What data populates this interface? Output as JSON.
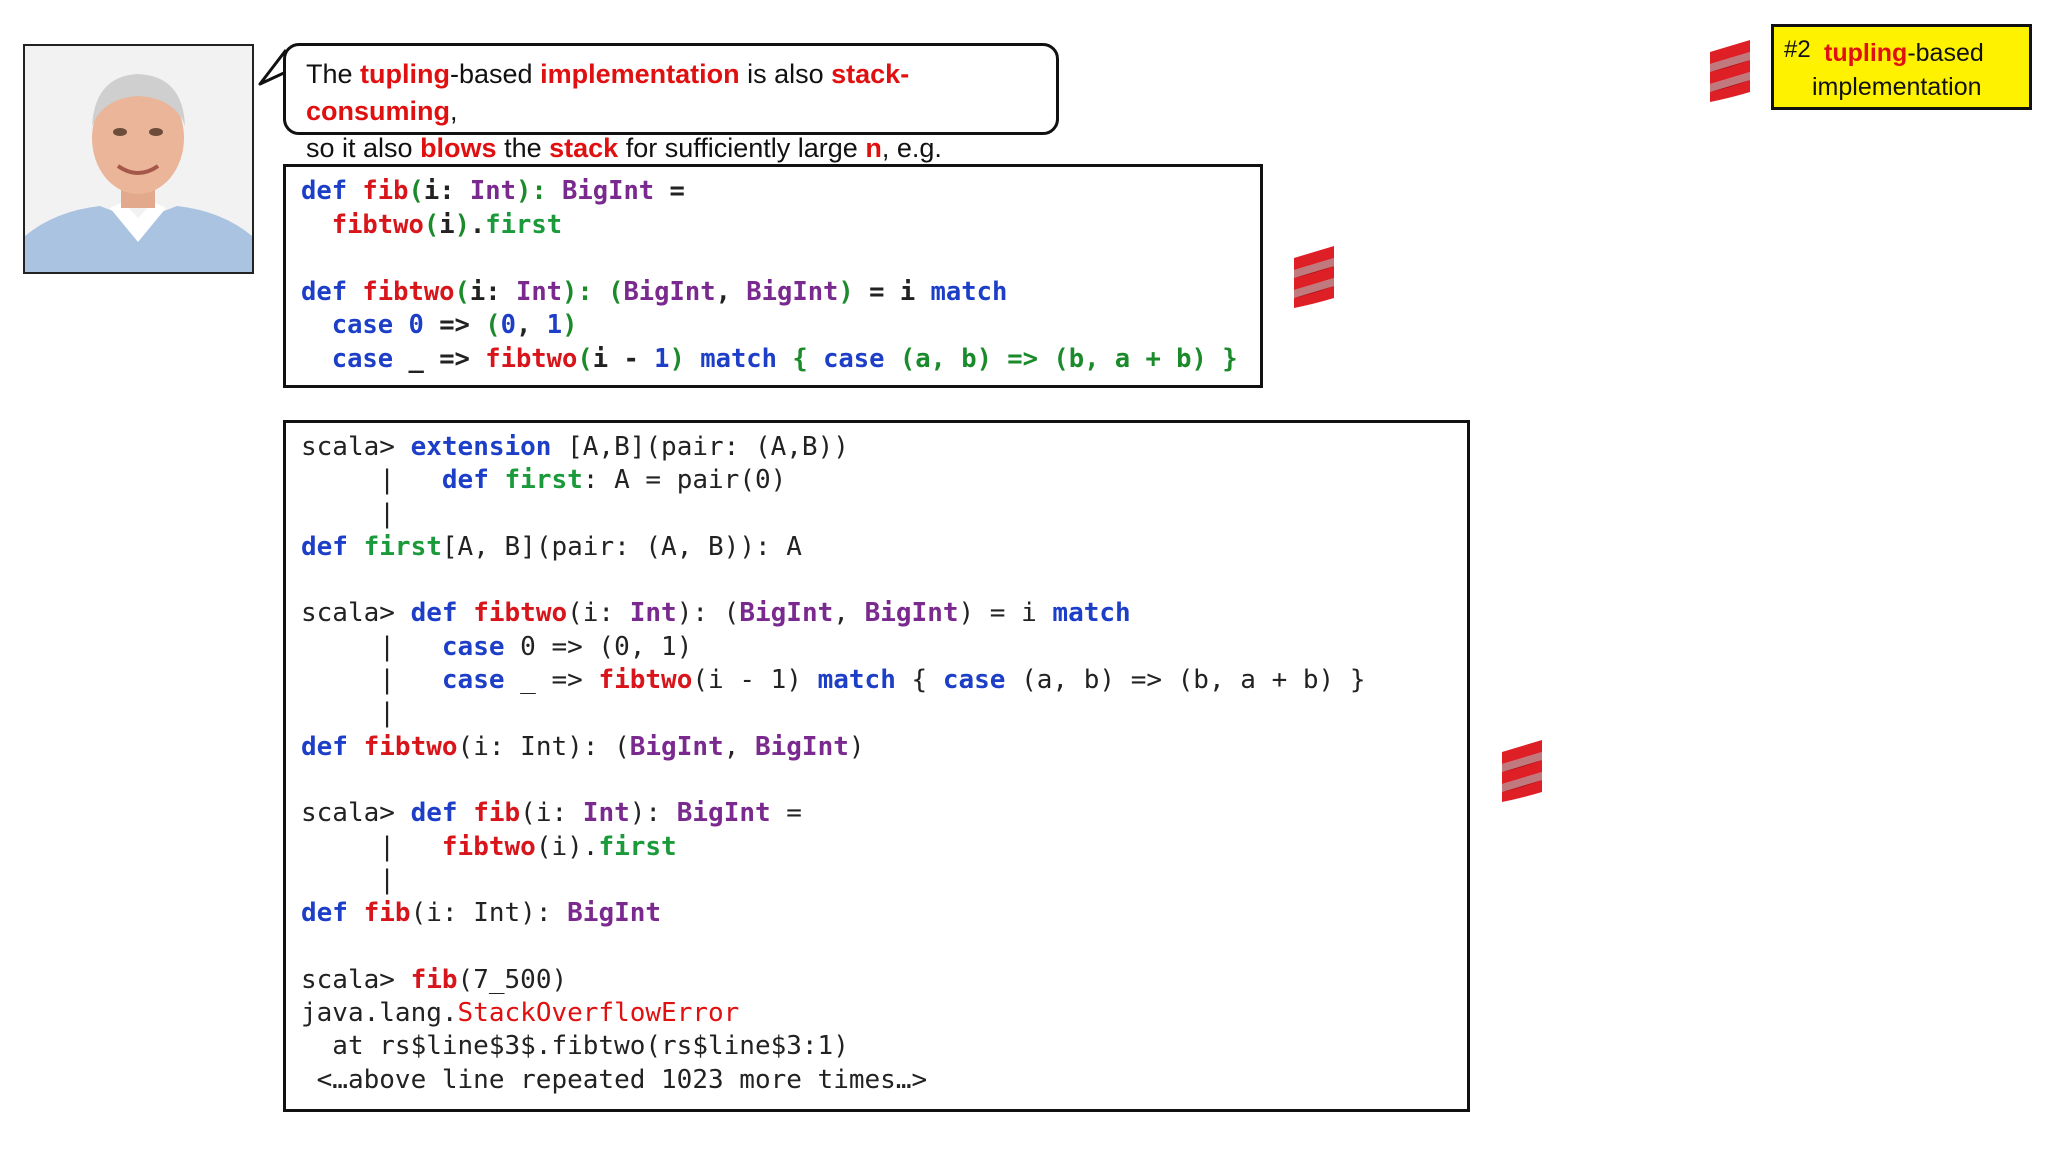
{
  "bubble": {
    "segments_line1": [
      {
        "text": "The ",
        "style": "plain"
      },
      {
        "text": "tupling",
        "style": "red"
      },
      {
        "text": "-based ",
        "style": "plain"
      },
      {
        "text": "implementation",
        "style": "red"
      },
      {
        "text": " is also ",
        "style": "plain"
      },
      {
        "text": "stack-consuming",
        "style": "red"
      },
      {
        "text": ",",
        "style": "plain"
      }
    ],
    "segments_line2": [
      {
        "text": "so it also ",
        "style": "plain"
      },
      {
        "text": "blows",
        "style": "red"
      },
      {
        "text": " the ",
        "style": "plain"
      },
      {
        "text": "stack",
        "style": "red"
      },
      {
        "text": " for sufficiently large ",
        "style": "plain"
      },
      {
        "text": "n",
        "style": "red"
      },
      {
        "text": ", e.g.",
        "style": "plain"
      }
    ]
  },
  "badge": {
    "number": "#2",
    "highlight": "tupling",
    "suffix": "-based",
    "line2": "implementation"
  },
  "code_top": [
    [
      [
        "def ",
        "k"
      ],
      [
        "fib",
        "f"
      ],
      [
        "(",
        "gp"
      ],
      [
        "i: ",
        "plain"
      ],
      [
        "Int",
        "t"
      ],
      [
        "): ",
        "gp"
      ],
      [
        "BigInt",
        "t"
      ],
      [
        " =",
        "plain"
      ]
    ],
    [
      [
        "  ",
        "plain"
      ],
      [
        "fibtwo",
        "f"
      ],
      [
        "(",
        "gp"
      ],
      [
        "i",
        "plain"
      ],
      [
        ")",
        "gp"
      ],
      [
        ".",
        "plain"
      ],
      [
        "first",
        "g"
      ]
    ],
    [],
    [
      [
        "def ",
        "k"
      ],
      [
        "fibtwo",
        "f"
      ],
      [
        "(",
        "gp"
      ],
      [
        "i: ",
        "plain"
      ],
      [
        "Int",
        "t"
      ],
      [
        "): (",
        "gp"
      ],
      [
        "BigInt",
        "t"
      ],
      [
        ", ",
        "plain"
      ],
      [
        "BigInt",
        "t"
      ],
      [
        ")",
        "gp"
      ],
      [
        " = i ",
        "plain"
      ],
      [
        "match",
        "k"
      ]
    ],
    [
      [
        "  ",
        "plain"
      ],
      [
        "case ",
        "k"
      ],
      [
        "0",
        "n"
      ],
      [
        " => ",
        "plain"
      ],
      [
        "(",
        "gp"
      ],
      [
        "0",
        "n"
      ],
      [
        ", ",
        "plain"
      ],
      [
        "1",
        "n"
      ],
      [
        ")",
        "gp"
      ]
    ],
    [
      [
        "  ",
        "plain"
      ],
      [
        "case ",
        "k"
      ],
      [
        "_ => ",
        "plain"
      ],
      [
        "fibtwo",
        "f"
      ],
      [
        "(",
        "gp"
      ],
      [
        "i - ",
        "plain"
      ],
      [
        "1",
        "n"
      ],
      [
        ")",
        "gp"
      ],
      [
        " ",
        "plain"
      ],
      [
        "match",
        "k"
      ],
      [
        " { ",
        "gp"
      ],
      [
        "case",
        "k"
      ],
      [
        " (a, b) => (b, a + b) }",
        "gp"
      ]
    ]
  ],
  "code_repl": [
    [
      [
        "scala> ",
        "plain"
      ],
      [
        "extension",
        "k"
      ],
      [
        " [A,B](pair: (A,B))",
        "plain"
      ]
    ],
    [
      [
        "     |   ",
        "plain"
      ],
      [
        "def ",
        "k"
      ],
      [
        "first",
        "g"
      ],
      [
        ": A = pair(0)",
        "plain"
      ]
    ],
    [
      [
        "     |",
        "plain"
      ]
    ],
    [
      [
        "def ",
        "k"
      ],
      [
        "first",
        "g"
      ],
      [
        "[A, B](pair: (A, B)): A",
        "plain"
      ]
    ],
    [],
    [
      [
        "scala> ",
        "plain"
      ],
      [
        "def ",
        "k"
      ],
      [
        "fibtwo",
        "f"
      ],
      [
        "(i: ",
        "plain"
      ],
      [
        "Int",
        "t"
      ],
      [
        "): (",
        "plain"
      ],
      [
        "BigInt",
        "t"
      ],
      [
        ", ",
        "plain"
      ],
      [
        "BigInt",
        "t"
      ],
      [
        ") = i ",
        "plain"
      ],
      [
        "match",
        "k"
      ]
    ],
    [
      [
        "     |   ",
        "plain"
      ],
      [
        "case",
        "k"
      ],
      [
        " 0 => (0, 1)",
        "plain"
      ]
    ],
    [
      [
        "     |   ",
        "plain"
      ],
      [
        "case",
        "k"
      ],
      [
        " _ => ",
        "plain"
      ],
      [
        "fibtwo",
        "f"
      ],
      [
        "(i - 1) ",
        "plain"
      ],
      [
        "match",
        "k"
      ],
      [
        " { ",
        "plain"
      ],
      [
        "case",
        "k"
      ],
      [
        " (a, b) => (b, a + b) }",
        "plain"
      ]
    ],
    [
      [
        "     |",
        "plain"
      ]
    ],
    [
      [
        "def ",
        "k"
      ],
      [
        "fibtwo",
        "f"
      ],
      [
        "(i: Int): (",
        "plain"
      ],
      [
        "BigInt",
        "t"
      ],
      [
        ", ",
        "plain"
      ],
      [
        "BigInt",
        "t"
      ],
      [
        ")",
        "plain"
      ]
    ],
    [],
    [
      [
        "scala> ",
        "plain"
      ],
      [
        "def ",
        "k"
      ],
      [
        "fib",
        "f"
      ],
      [
        "(i: ",
        "plain"
      ],
      [
        "Int",
        "t"
      ],
      [
        "): ",
        "plain"
      ],
      [
        "BigInt",
        "t"
      ],
      [
        " =",
        "plain"
      ]
    ],
    [
      [
        "     |   ",
        "plain"
      ],
      [
        "fibtwo",
        "f"
      ],
      [
        "(i).",
        "plain"
      ],
      [
        "first",
        "g"
      ]
    ],
    [
      [
        "     |",
        "plain"
      ]
    ],
    [
      [
        "def ",
        "k"
      ],
      [
        "fib",
        "f"
      ],
      [
        "(i: Int): ",
        "plain"
      ],
      [
        "BigInt",
        "t"
      ]
    ],
    [],
    [
      [
        "scala> ",
        "plain"
      ],
      [
        "fib",
        "f"
      ],
      [
        "(7_500)",
        "plain"
      ]
    ],
    [
      [
        "java.lang.",
        "plain"
      ],
      [
        "StackOverflowError",
        "err"
      ]
    ],
    [
      [
        "  at rs$line$3$.fibtwo(rs$line$3:1)",
        "plain"
      ]
    ],
    [
      [
        " <…above line repeated 1023 more times…>",
        "plain"
      ]
    ]
  ],
  "icons": {
    "logo": "scala-logo-icon",
    "photo": "presenter-photo"
  },
  "colors": {
    "accent_red": "#e01010",
    "keyword_blue": "#1d3fc7",
    "type_purple": "#7a2a8f",
    "method_green": "#1a9a3a",
    "badge_yellow": "#fff200"
  }
}
